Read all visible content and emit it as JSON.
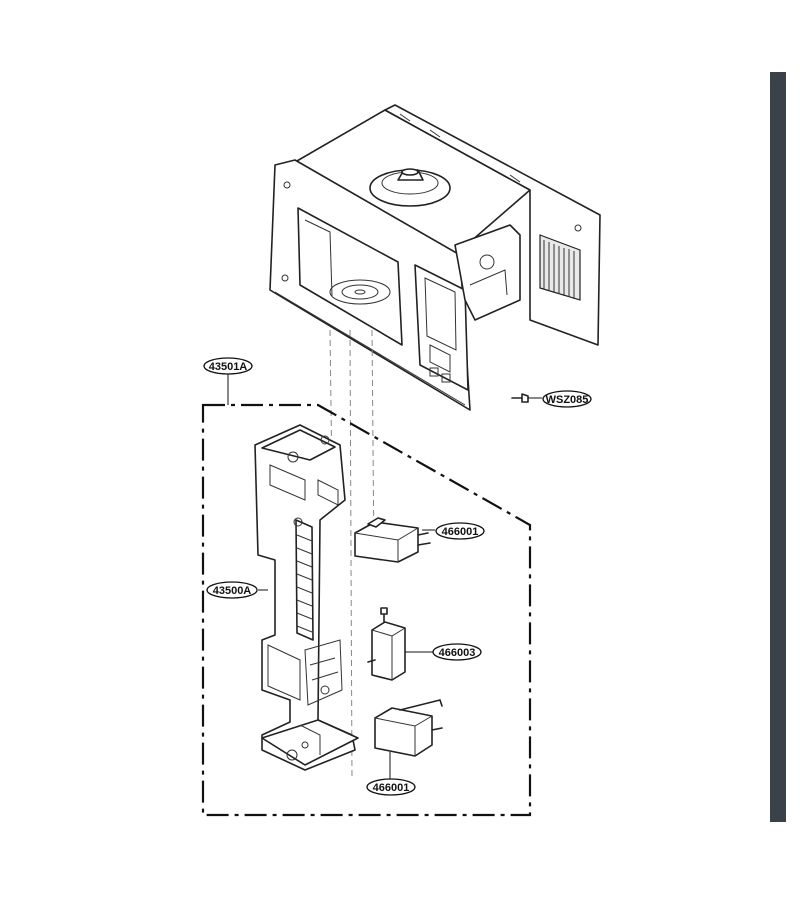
{
  "labels": {
    "assembly": "43501A",
    "screw": "WSZ085",
    "latch_board": "43500A",
    "switch_top": "466001",
    "switch_middle": "466003",
    "switch_bottom": "466001"
  },
  "colors": {
    "line": "#222222",
    "background": "#ffffff",
    "edge_bar": "#3b4148"
  }
}
